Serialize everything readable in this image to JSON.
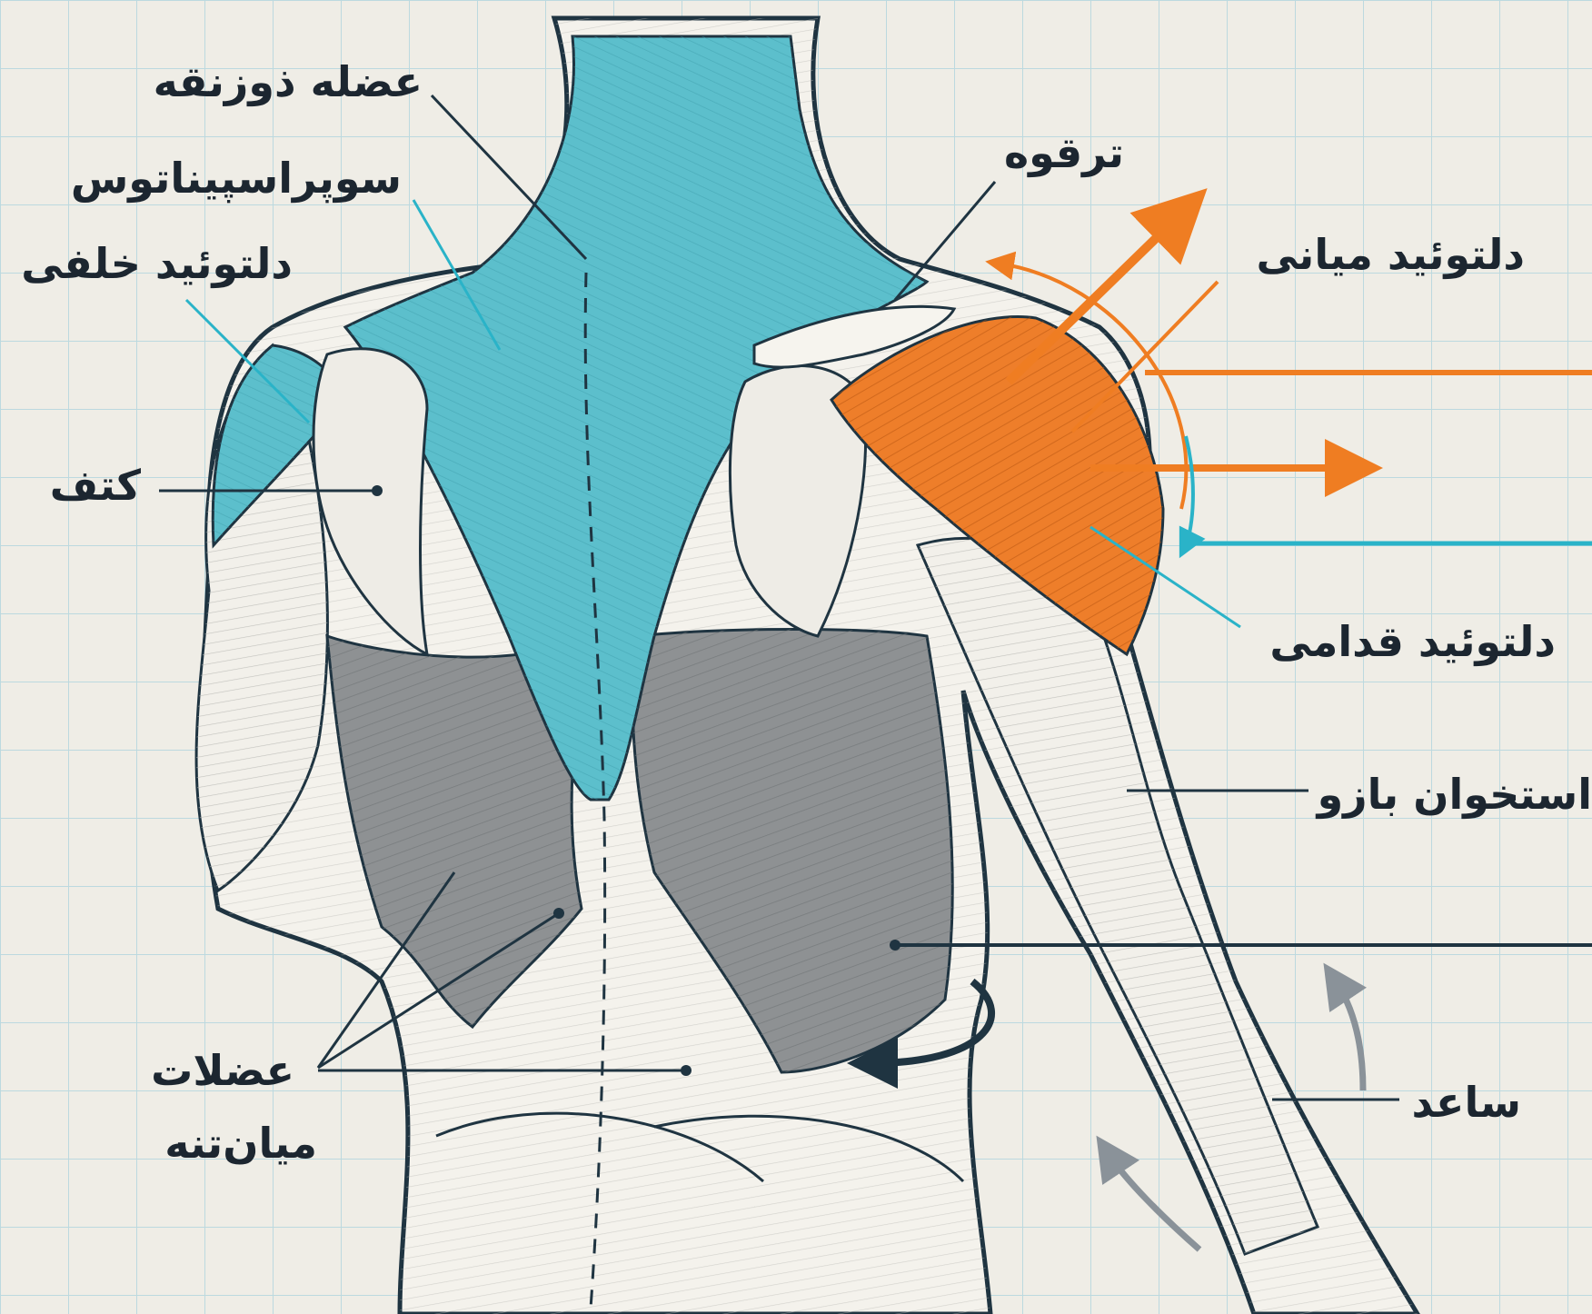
{
  "labels": {
    "trapezius": "عضله ذوزنقه",
    "supraspinatus": "سوپراسپیناتوس",
    "posterior_deltoid": "دلتوئید خلفی",
    "scapula": "کتف",
    "clavicle": "ترقوه",
    "middle_deltoid": "دلتوئید میانی",
    "anterior_deltoid": "دلتوئید قدامی",
    "humerus": "استخوان بازو",
    "forearm": "ساعد",
    "core_line1": "عضلات",
    "core_line2": "میان‌تنه"
  },
  "colors": {
    "background": "#efede6",
    "grid": "#bcd9df",
    "teal_muscle": "#5cbfcc",
    "orange_deltoid": "#ee7e2a",
    "gray_muscle": "#8e9193",
    "outline": "#1f3441",
    "arrow_orange": "#ef7d22",
    "arrow_teal": "#2ab3c8",
    "arrow_gray": "#8a9299"
  }
}
